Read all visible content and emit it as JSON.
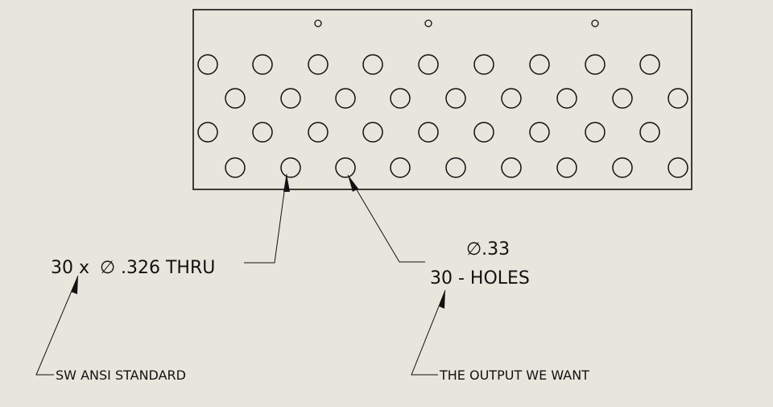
{
  "colors": {
    "background": "#e8e6dc",
    "line": "#111111"
  },
  "plate": {
    "small_hole_count": 3,
    "large_hole_rows": [
      {
        "row": 1,
        "count": 9
      },
      {
        "row": 2,
        "count": 9
      },
      {
        "row": 3,
        "count": 9
      },
      {
        "row": 4,
        "count": 9
      }
    ]
  },
  "callouts": {
    "ansi": {
      "quantity": "30 x",
      "diameter_symbol": "∅",
      "spec": ".326 THRU"
    },
    "desired": {
      "diameter_line": "∅.33",
      "holes_line": "30 - HOLES"
    }
  },
  "notes": {
    "ansi_label": "SW ANSI STANDARD",
    "desired_label": "THE OUTPUT WE WANT"
  }
}
